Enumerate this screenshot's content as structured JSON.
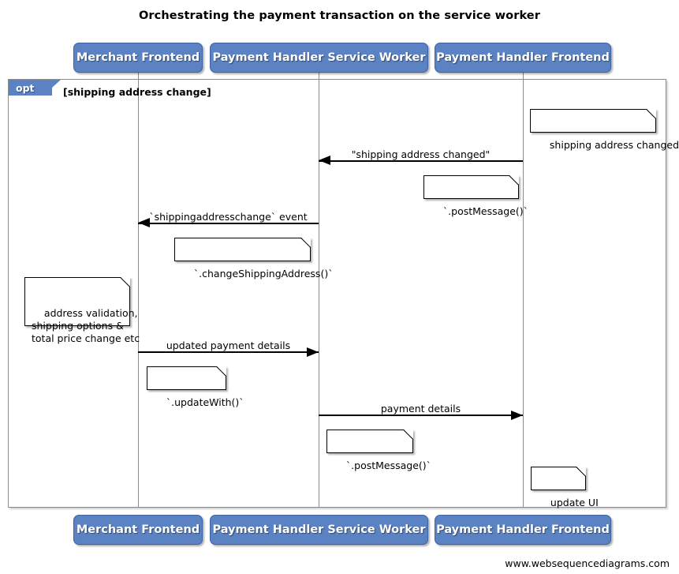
{
  "diagram": {
    "title": "Orchestrating the payment transaction on the service worker",
    "type": "uml-sequence-diagram",
    "colors": {
      "participant_fill": "#5b82c2",
      "participant_border": "#3b62a2",
      "participant_text": "#ffffff",
      "frame_border": "#8a8a8a",
      "lifeline": "#8a8a8a",
      "arrow": "#000000",
      "note_fill": "#ffffff",
      "note_border": "#000000",
      "background": "#ffffff"
    }
  },
  "participants": [
    {
      "id": "merchant",
      "label": "Merchant Frontend"
    },
    {
      "id": "sw",
      "label": "Payment Handler Service Worker"
    },
    {
      "id": "handler",
      "label": "Payment Handler Frontend"
    }
  ],
  "fragment": {
    "kind": "opt",
    "label": "opt",
    "guard": "[shipping address change]"
  },
  "messages": [
    {
      "id": "m1",
      "label": "\"shipping address changed\"",
      "from": "handler",
      "to": "sw",
      "direction": "left"
    },
    {
      "id": "m2",
      "label": "`shippingaddresschange` event",
      "from": "sw",
      "to": "merchant",
      "direction": "left"
    },
    {
      "id": "m3",
      "label": "updated payment details",
      "from": "merchant",
      "to": "sw",
      "direction": "right"
    },
    {
      "id": "m4",
      "label": "payment details",
      "from": "sw",
      "to": "handler",
      "direction": "right"
    }
  ],
  "notes": [
    {
      "id": "n1",
      "text": "shipping address changed",
      "on": "handler"
    },
    {
      "id": "n2",
      "text": "`.postMessage()`",
      "on": "handler"
    },
    {
      "id": "n3",
      "text": "`.changeShippingAddress()`",
      "on": "sw"
    },
    {
      "id": "n4",
      "text": "address validation,\nshipping options &\ntotal price change etc",
      "on": "merchant"
    },
    {
      "id": "n5",
      "text": "`.updateWith()`",
      "on": "merchant"
    },
    {
      "id": "n6",
      "text": "`.postMessage()`",
      "on": "sw"
    },
    {
      "id": "n7",
      "text": "update UI",
      "on": "handler"
    }
  ],
  "footer": {
    "credit": "www.websequencediagrams.com"
  }
}
